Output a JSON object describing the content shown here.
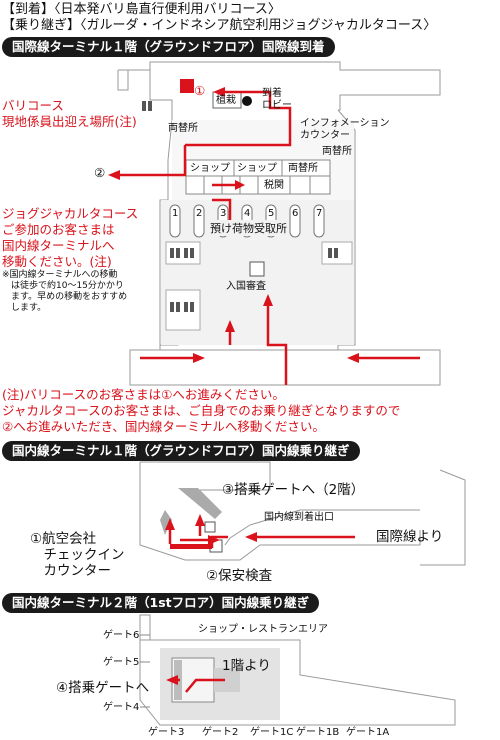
{
  "header": {
    "line1": "【到着】〈日本発バリ島直行便利用バリコース〉",
    "line2": "【乗り継ぎ】〈ガルーダ・インドネシア航空利用ジョグジャカルタコース〉"
  },
  "section1": {
    "title": "国際線ターミナル１階（グラウンドフロア）国際線到着",
    "marker1": "①",
    "marker2": "②",
    "planter": "植栽",
    "arrival_lobby": "到着\nロビー",
    "info_counter": "インフォメーション\nカウンター",
    "exchange1": "両替所",
    "exchange2": "両替所",
    "exchange3": "両替所",
    "shop1": "ショップ",
    "shop2": "ショップ",
    "customs": "税関",
    "carousels": [
      "1",
      "2",
      "3",
      "4",
      "5",
      "6",
      "7"
    ],
    "baggage_claim": "預け荷物受取所",
    "immigration": "入国審査",
    "bali_note": "バリコース\n現地係員出迎え場所(注)",
    "jogja_note": "ジョグジャカルタコース\nご参加のお客さまは\n国内線ターミナルへ\n移動ください。(注)",
    "jogja_small": "※国内線ターミナルへの移動\n　は徒歩で約10～15分かかり\n　ます。早めの移動をおすすめ\n　します。"
  },
  "notice": "(注)バリコースのお客さまは①へお進みください。\nジャカルタコースのお客さまは、ご自身でのお乗り継ぎとなりますので\n②へお進みいただき、国内線ターミナルへ移動ください。",
  "section2": {
    "title": "国内線ターミナル１階（グラウンドフロア）国内線乗り継ぎ",
    "gate_label": "③搭乗ゲートへ（2階）",
    "arrival_exit": "国内線到着出口",
    "from_intl": "国際線より",
    "checkin": "①航空会社\n　チェックイン\n　カウンター",
    "security": "②保安検査"
  },
  "section3": {
    "title": "国内線ターミナル２階（1stフロア）国内線乗り継ぎ",
    "gate6": "ゲート6",
    "gate5": "ゲート5",
    "gate4": "ゲート4",
    "shop_area": "ショップ・レストランエリア",
    "from_1f": "1階より",
    "to_gate": "④搭乗ゲートへ",
    "bottom_gates": [
      "ゲート3",
      "ゲート2",
      "ゲート1C",
      "ゲート1B",
      "ゲート1A"
    ]
  },
  "colors": {
    "accent_red": "#d9121b",
    "bar": "#1a1a1a",
    "floor": "#e6e6e6",
    "wall": "#9a9a9a"
  }
}
